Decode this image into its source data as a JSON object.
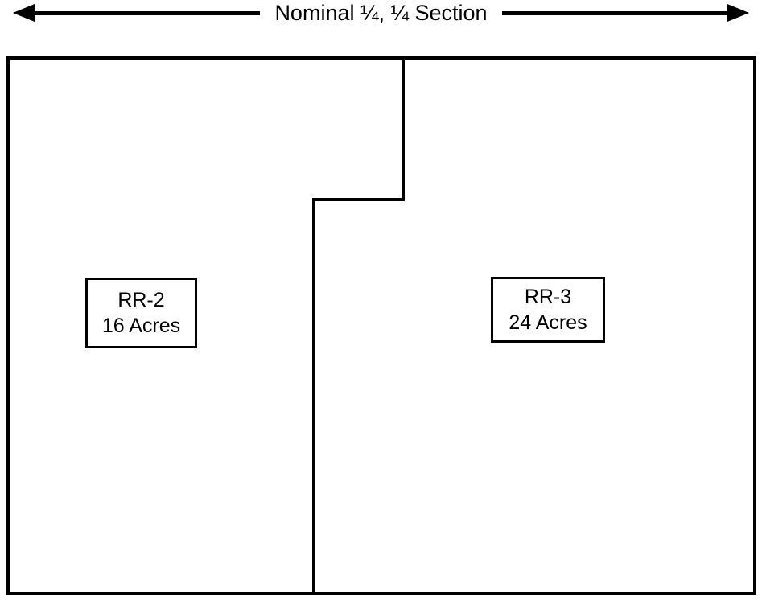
{
  "diagram": {
    "title": "Nominal ¼, ¼ Section",
    "parcels": [
      {
        "id": "RR-2",
        "acreage": "16 Acres"
      },
      {
        "id": "RR-3",
        "acreage": "24 Acres"
      }
    ],
    "colors": {
      "line": "#000000",
      "background": "#ffffff"
    }
  }
}
